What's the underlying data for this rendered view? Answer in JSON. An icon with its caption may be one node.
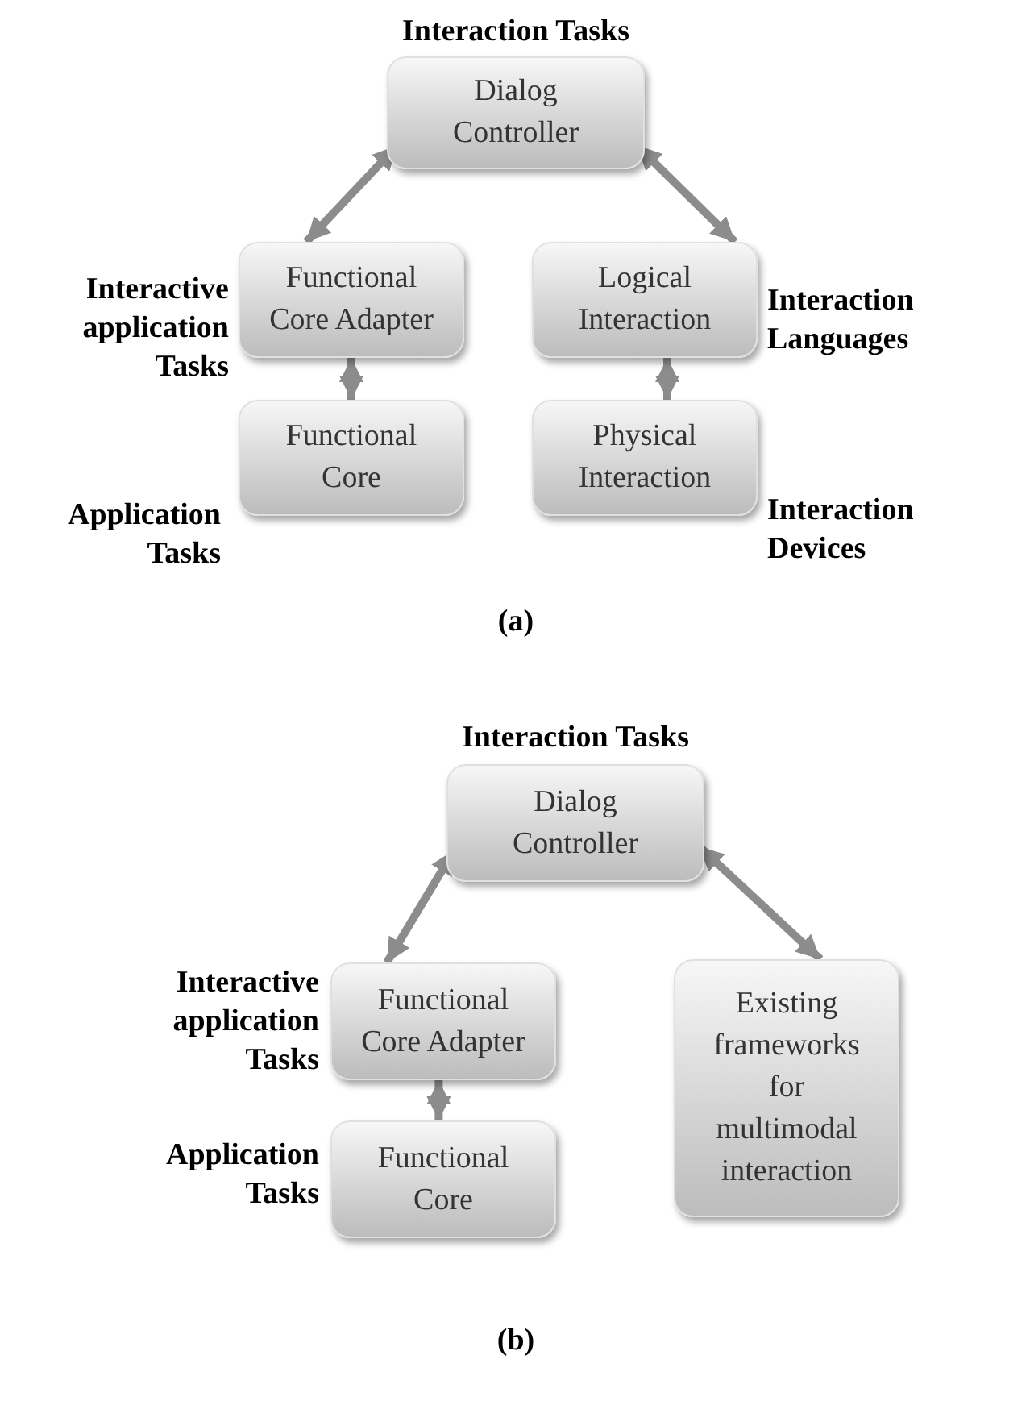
{
  "diagram": {
    "nodes": [
      {
        "text": [
          "Dialog Controller"
        ],
        "beside": [
          "Interaction Tasks"
        ]
      },
      {
        "text": [
          "Functional Core Adapter"
        ],
        "beside": [
          "Interactive application Tasks"
        ]
      },
      {
        "text": [
          "Logical Interaction"
        ],
        "beside": [
          "Interaction Languages"
        ]
      },
      {
        "text": [
          "Functional Core"
        ],
        "beside": [
          "Application Tasks"
        ]
      },
      {
        "text": [
          "Physical Interaction"
        ],
        "beside": [
          "Interaction Devices"
        ]
      },
      {
        "text": [
          "Dialog Controller"
        ],
        "beside": [
          "Interaction Tasks"
        ]
      },
      {
        "text": [
          "Functional Core Adapter"
        ],
        "beside": [
          "Interactive application Tasks"
        ]
      },
      {
        "text": [
          "Existing frameworks for multimodal interaction"
        ]
      },
      {
        "text": [
          "Functional Core"
        ],
        "beside": [
          "Application Tasks"
        ]
      }
    ],
    "edges": [
      {
        "from": 0,
        "to": 1,
        "arrow": "both"
      },
      {
        "from": 0,
        "to": 2,
        "arrow": "both"
      },
      {
        "from": 1,
        "to": 3,
        "arrow": "both"
      },
      {
        "from": 2,
        "to": 4,
        "arrow": "both"
      },
      {
        "from": 5,
        "to": 6,
        "arrow": "both"
      },
      {
        "from": 5,
        "to": 7,
        "arrow": "both"
      },
      {
        "from": 6,
        "to": 8,
        "arrow": "both"
      }
    ],
    "labels": [
      "(a)",
      "(b)"
    ]
  }
}
